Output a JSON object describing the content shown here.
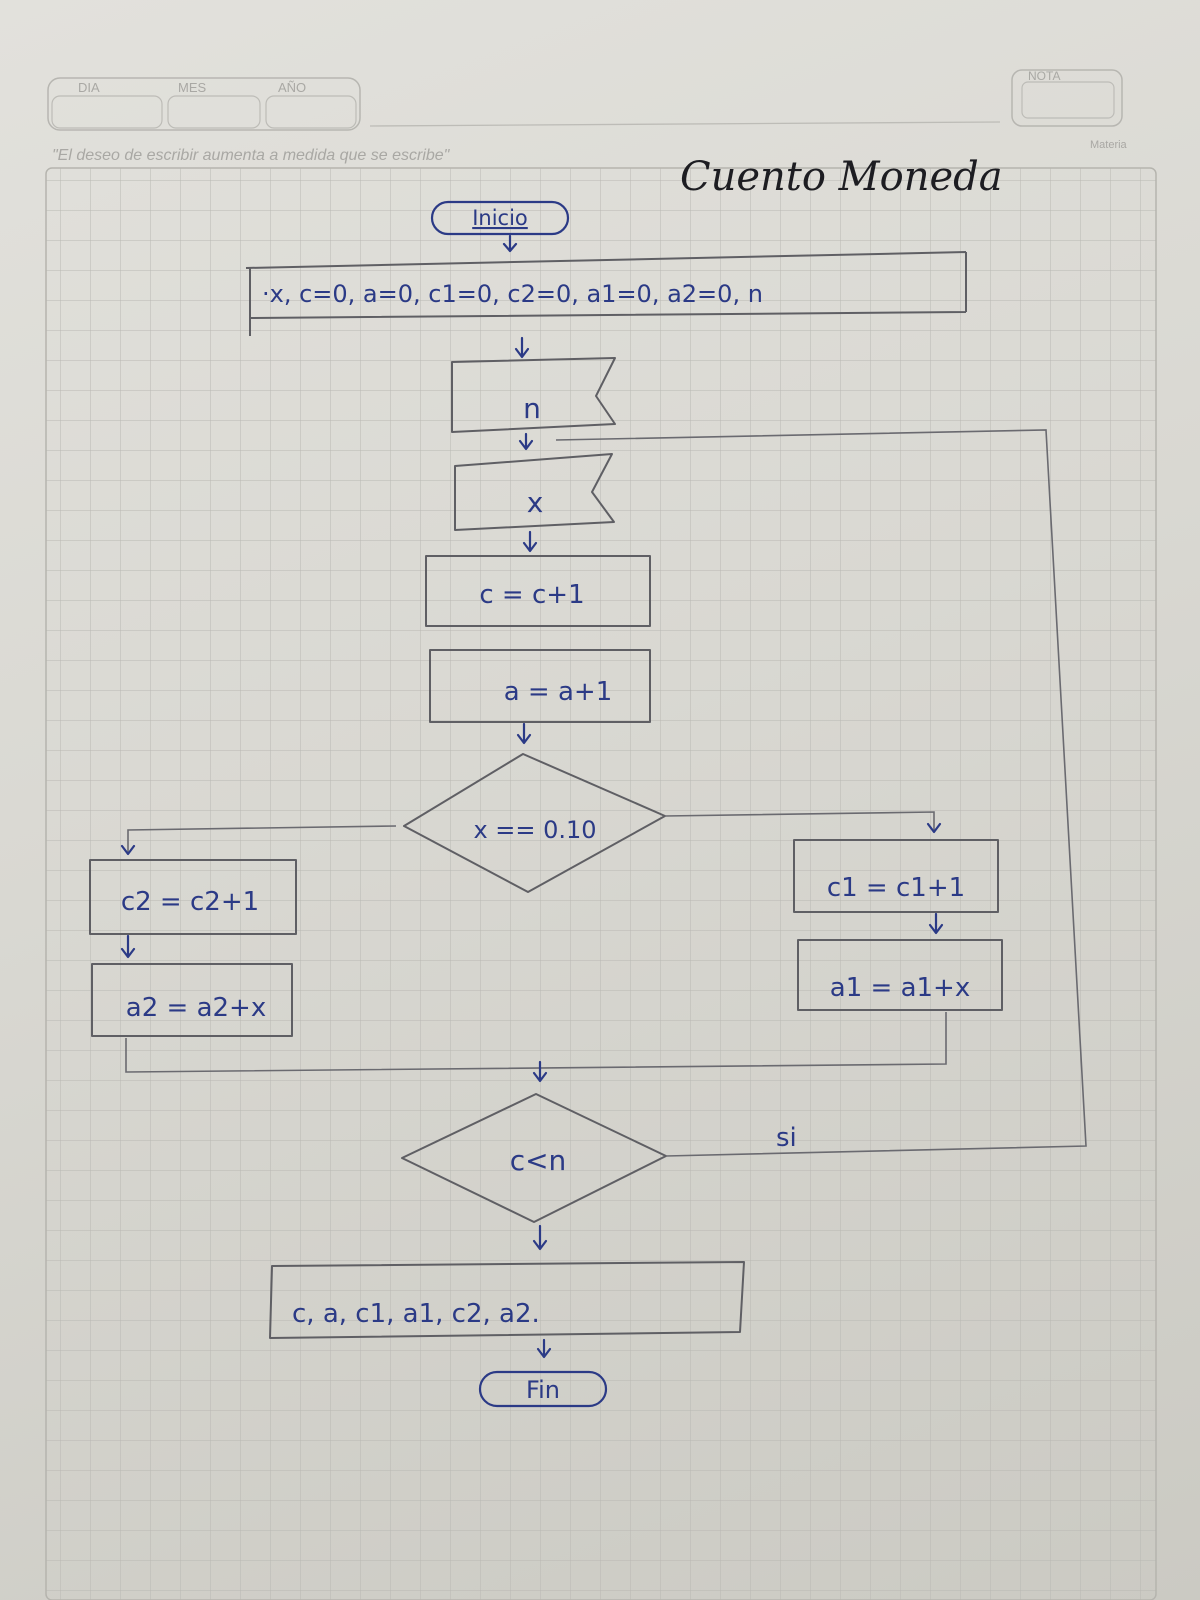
{
  "header": {
    "dia_label": "DIA",
    "mes_label": "MES",
    "ano_label": "AÑO",
    "nota_label": "NOTA",
    "motto": "\"El deseo de escribir aumenta a medida que se escribe\"",
    "margin_note": "Materia"
  },
  "title": "Cuento Moneda",
  "flowchart": {
    "start": "Inicio",
    "declare": "·x, c=0, a=0, c1=0, c2=0, a1=0, a2=0, n",
    "read_n": "n",
    "read_x": "x",
    "inc_c": "c = c+1",
    "inc_a": "a = a+1",
    "cond_x": "x == 0.10",
    "left_c2": "c2 = c2+1",
    "left_a2": "a2 = a2+x",
    "right_c1": "c1 = c1+1",
    "right_a1": "a1 = a1+x",
    "cond_loop": "c<n",
    "loop_yes": "si",
    "output": "c, a, c1, a1, c2, a2.",
    "end": "Fin"
  }
}
